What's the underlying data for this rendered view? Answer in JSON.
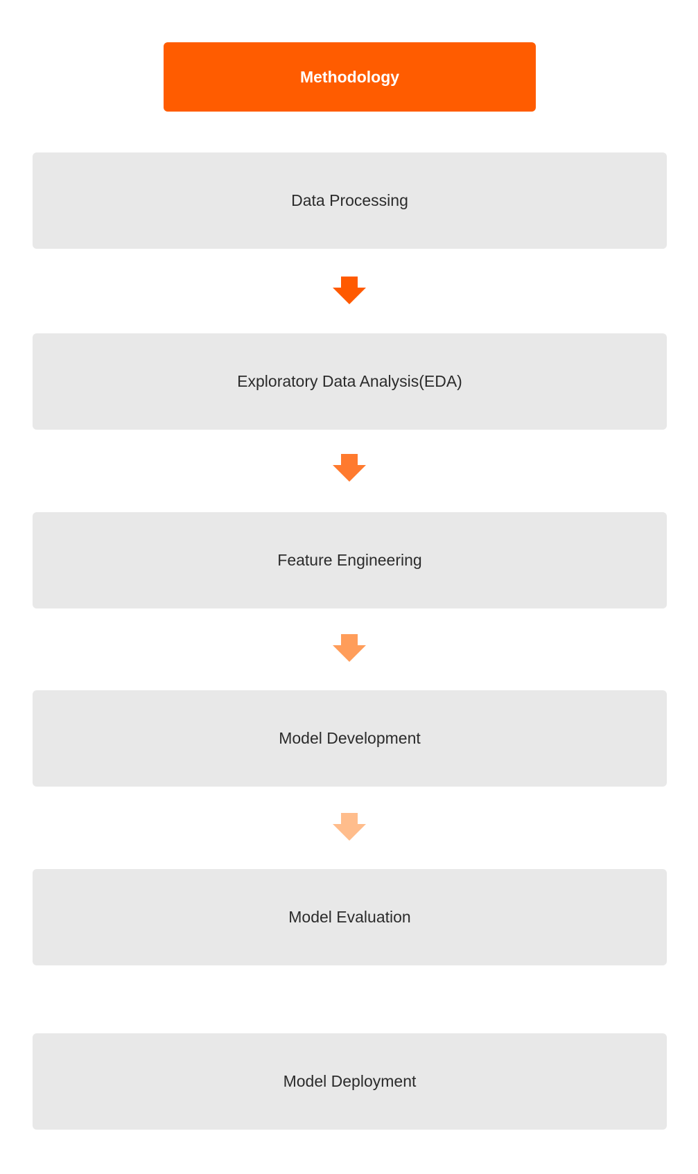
{
  "title": "Methodology",
  "colors": {
    "accent": "#ff5c00",
    "step_background": "#e8e8e8",
    "arrows": [
      "#ff5a00",
      "#ff7a2e",
      "#ff9d5a",
      "#ffbd8c"
    ]
  },
  "steps": [
    {
      "label": "Data Processing"
    },
    {
      "label": "Exploratory Data Analysis(EDA)"
    },
    {
      "label": "Feature Engineering"
    },
    {
      "label": "Model Development"
    },
    {
      "label": "Model Evaluation"
    },
    {
      "label": "Model Deployment"
    }
  ],
  "arrows": [
    {
      "icon": "arrow-down-icon"
    },
    {
      "icon": "arrow-down-icon"
    },
    {
      "icon": "arrow-down-icon"
    },
    {
      "icon": "arrow-down-icon"
    }
  ]
}
